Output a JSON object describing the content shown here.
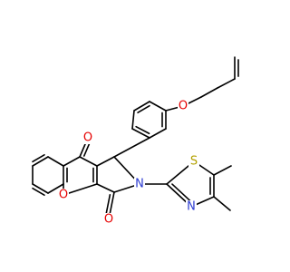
{
  "colors": {
    "background": "#ffffff",
    "bond": "#000000",
    "oxygen": "#e60000",
    "nitrogen": "#2b3bd1",
    "sulfur": "#b3a100"
  },
  "atoms": {
    "o_ketone": {
      "label": "O",
      "element": "oxygen"
    },
    "o_ring": {
      "label": "O",
      "element": "oxygen"
    },
    "o_lactam": {
      "label": "O",
      "element": "oxygen"
    },
    "o_ether": {
      "label": "O",
      "element": "oxygen"
    },
    "n_lactam": {
      "label": "N",
      "element": "nitrogen"
    },
    "n_thiazole": {
      "label": "N",
      "element": "nitrogen"
    },
    "s_thiazole": {
      "label": "S",
      "element": "sulfur"
    }
  }
}
